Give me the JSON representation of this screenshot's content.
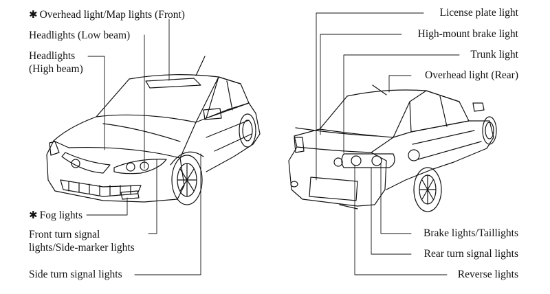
{
  "front_labels": {
    "overhead_front": "Overhead light/Map lights (Front)",
    "headlights_low": "Headlights (Low beam)",
    "headlights_high_1": "Headlights",
    "headlights_high_2": "(High beam)",
    "fog_lights": "Fog lights",
    "front_turn_1": "Front turn signal",
    "front_turn_2": "lights/Side-marker lights",
    "side_turn": "Side turn signal lights"
  },
  "rear_labels": {
    "license_plate": "License plate light",
    "high_mount_brake": "High-mount brake light",
    "trunk": "Trunk light",
    "overhead_rear": "Overhead light (Rear)",
    "brake_tail": "Brake lights/Taillights",
    "rear_turn": "Rear turn signal lights",
    "reverse": "Reverse lights"
  },
  "marker_symbol": "✱",
  "colors": {
    "line": "#111111",
    "background": "#ffffff"
  }
}
